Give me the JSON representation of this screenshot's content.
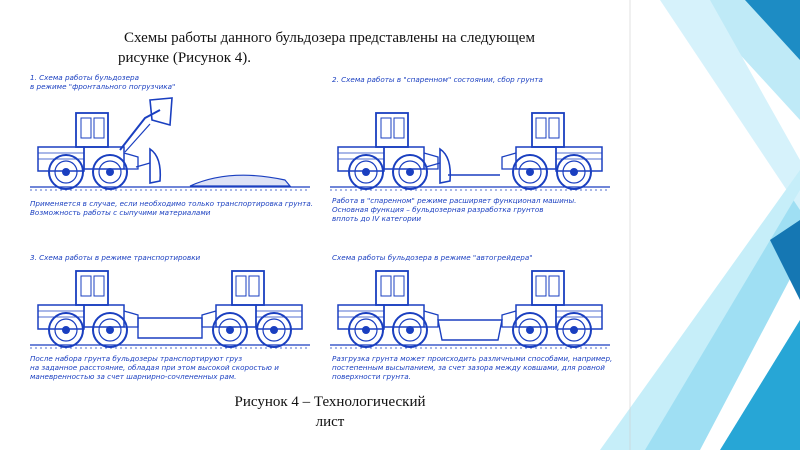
{
  "heading": {
    "line1": "Схемы работы данного бульдозера представлены на следующем",
    "line2": "рисунке (Рисунок 4)."
  },
  "caption": {
    "line1": "Рисунок 4 – Технологический",
    "line2": "лист"
  },
  "panels": [
    {
      "title": "1. Схема работы бульдозера\n   в режиме \"фронтального погрузчика\"",
      "desc": "Применяется в случае, если необходимо только транспортировка грунта.\nВозможность работы с сыпучими материалами"
    },
    {
      "title": "2. Схема работы в \"спаренном\" состоянии, сбор грунта",
      "desc": "Работа в \"спаренном\" режиме расширяет функционал машины.\nОсновная функция – бульдозерная разработка грунтов\nвплоть до IV категории"
    },
    {
      "title": "3. Схема работы в режиме транспортировки",
      "desc": "После набора грунта бульдозеры транспортируют груз\nна заданное расстояние, обладая при этом высокой скоростью и\nманевренностью за счет шарнирно-сочлененных рам."
    },
    {
      "title": "Схема работы бульдозера в режиме \"автогрейдера\"",
      "desc": "Разгрузка грунта может происходить различными способами, например,\nпостепенным высыпанием, за счет зазора между ковшами, для ровной\nповерхности грунта."
    }
  ],
  "colors": {
    "drawing": "#1a3fc0",
    "accent_light": "#7fd6f0",
    "accent_mid": "#2aa9d8",
    "accent_dark": "#1577b3"
  }
}
